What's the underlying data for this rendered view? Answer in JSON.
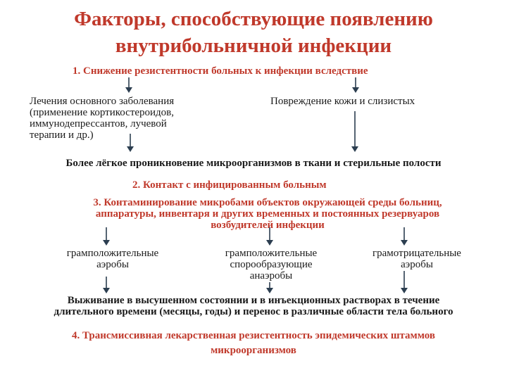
{
  "title_line1": "Факторы, способствующие появлению",
  "title_line2": "внутрибольничной инфекции",
  "item1": "1. Снижение резистентности больных к инфекции вследствие",
  "cause_treatment_1": "Лечения основного заболевания",
  "cause_treatment_2": "(применение кортикостероидов,",
  "cause_treatment_3": "иммунодепрессантов, лучевой",
  "cause_treatment_4": "терапии и др.)",
  "cause_damage": "Повреждение кожи и слизистых",
  "penetration": "Более лёгкое проникновение микроорганизмов в ткани и стерильные полости",
  "item2": "2. Контакт с инфицированным больным",
  "item3_line1": "3. Контаминирование микробами объектов окружающей среды больниц,",
  "item3_line2": "аппаратуры, инвентаря и других временных и постоянных резервуаров",
  "item3_line3": "возбудителей инфекции",
  "group1_line1": "грамположительные",
  "group1_line2": "аэробы",
  "group2_line1": "грамположительные",
  "group2_line2": "спорообразующие",
  "group2_line3": "анаэробы",
  "group3_line1": "грамотрицательные",
  "group3_line2": "аэробы",
  "survival_line1": "Выживание в высушенном состоянии и в инъекционных растворах в течение",
  "survival_line2": "длительного времени (месяцы, годы) и перенос в различные области тела больного",
  "item4_line1": "4. Трансмиссивная лекарственная резистентность эпидемических штаммов",
  "item4_line2": "микроорганизмов",
  "colors": {
    "accent": "#c0392b",
    "text": "#1a1a1a",
    "arrow": "#2c3e50"
  }
}
